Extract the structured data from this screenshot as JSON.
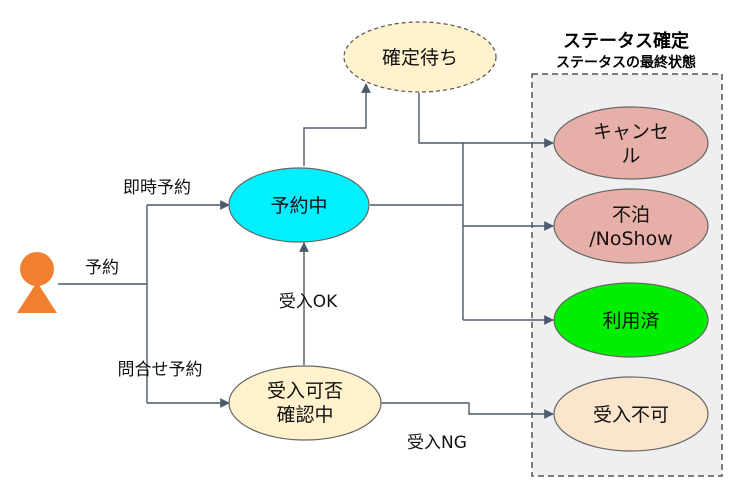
{
  "status_panel": {
    "title": "ステータス確定",
    "subtitle": "ステータスの最終状態"
  },
  "nodes": {
    "pending_confirmation": "確定待ち",
    "booked": "予約中",
    "acceptance_check": [
      "受入可否",
      "確認中"
    ],
    "cancelled": "キャンセル",
    "no_show": [
      "不泊",
      "/NoShow"
    ],
    "used": "利用済",
    "rejected": "受入不可"
  },
  "edge_labels": {
    "reserve": "予約",
    "instant_booking": "即時予約",
    "inquiry_booking": "問合せ予約",
    "accept_ok": "受入OK",
    "accept_ng": "受入NG"
  },
  "colors": {
    "booked": "#00f0ff",
    "pending": "#fff2cc",
    "acceptance": "#fff2cc",
    "cancelled": "#e6b0a8",
    "no_show": "#e6b0a8",
    "used": "#00ee00",
    "rejected": "#fce5cd",
    "person": "#f08030",
    "panel": "#efefef"
  }
}
